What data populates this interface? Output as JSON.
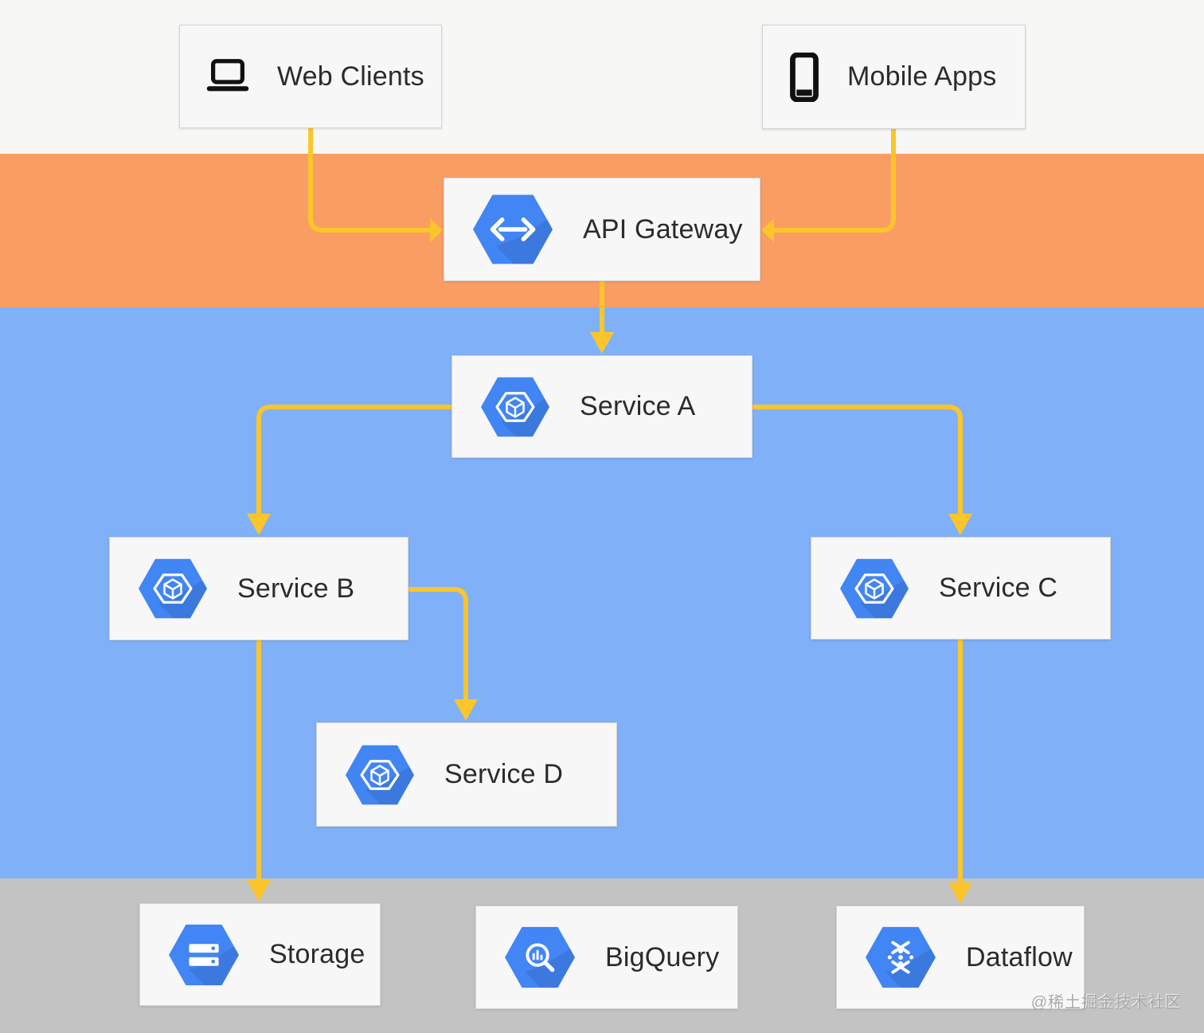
{
  "diagram": {
    "title_hint": "cloud-architecture-flow",
    "nodes": {
      "web_clients": {
        "label": "Web Clients",
        "icon": "laptop-icon"
      },
      "mobile_apps": {
        "label": "Mobile Apps",
        "icon": "smartphone-icon"
      },
      "api_gateway": {
        "label": "API Gateway",
        "icon": "api-gateway-hexagon-icon"
      },
      "service_a": {
        "label": "Service A",
        "icon": "service-hexagon-icon"
      },
      "service_b": {
        "label": "Service B",
        "icon": "service-hexagon-icon"
      },
      "service_c": {
        "label": "Service C",
        "icon": "service-hexagon-icon"
      },
      "service_d": {
        "label": "Service D",
        "icon": "service-hexagon-icon"
      },
      "storage": {
        "label": "Storage",
        "icon": "cloud-storage-hexagon-icon"
      },
      "bigquery": {
        "label": "BigQuery",
        "icon": "bigquery-hexagon-icon"
      },
      "dataflow": {
        "label": "Dataflow",
        "icon": "dataflow-hexagon-icon"
      }
    },
    "edges": [
      {
        "from": "web_clients",
        "to": "api_gateway"
      },
      {
        "from": "mobile_apps",
        "to": "api_gateway"
      },
      {
        "from": "api_gateway",
        "to": "service_a"
      },
      {
        "from": "service_a",
        "to": "service_b"
      },
      {
        "from": "service_a",
        "to": "service_c"
      },
      {
        "from": "service_b",
        "to": "service_d"
      },
      {
        "from": "service_b",
        "to": "storage"
      },
      {
        "from": "service_c",
        "to": "dataflow"
      }
    ],
    "colors": {
      "band_clients": "#f7f7f5",
      "band_gateway": "#f99d63",
      "band_services": "#80b1f8",
      "band_data": "#c3c3c3",
      "arrow": "#fbc52b",
      "hexagon": "#4285f4",
      "node_bg": "#f7f7f7",
      "node_text": "#2b2b2b"
    },
    "watermark": "@稀土掘金技术社区"
  }
}
